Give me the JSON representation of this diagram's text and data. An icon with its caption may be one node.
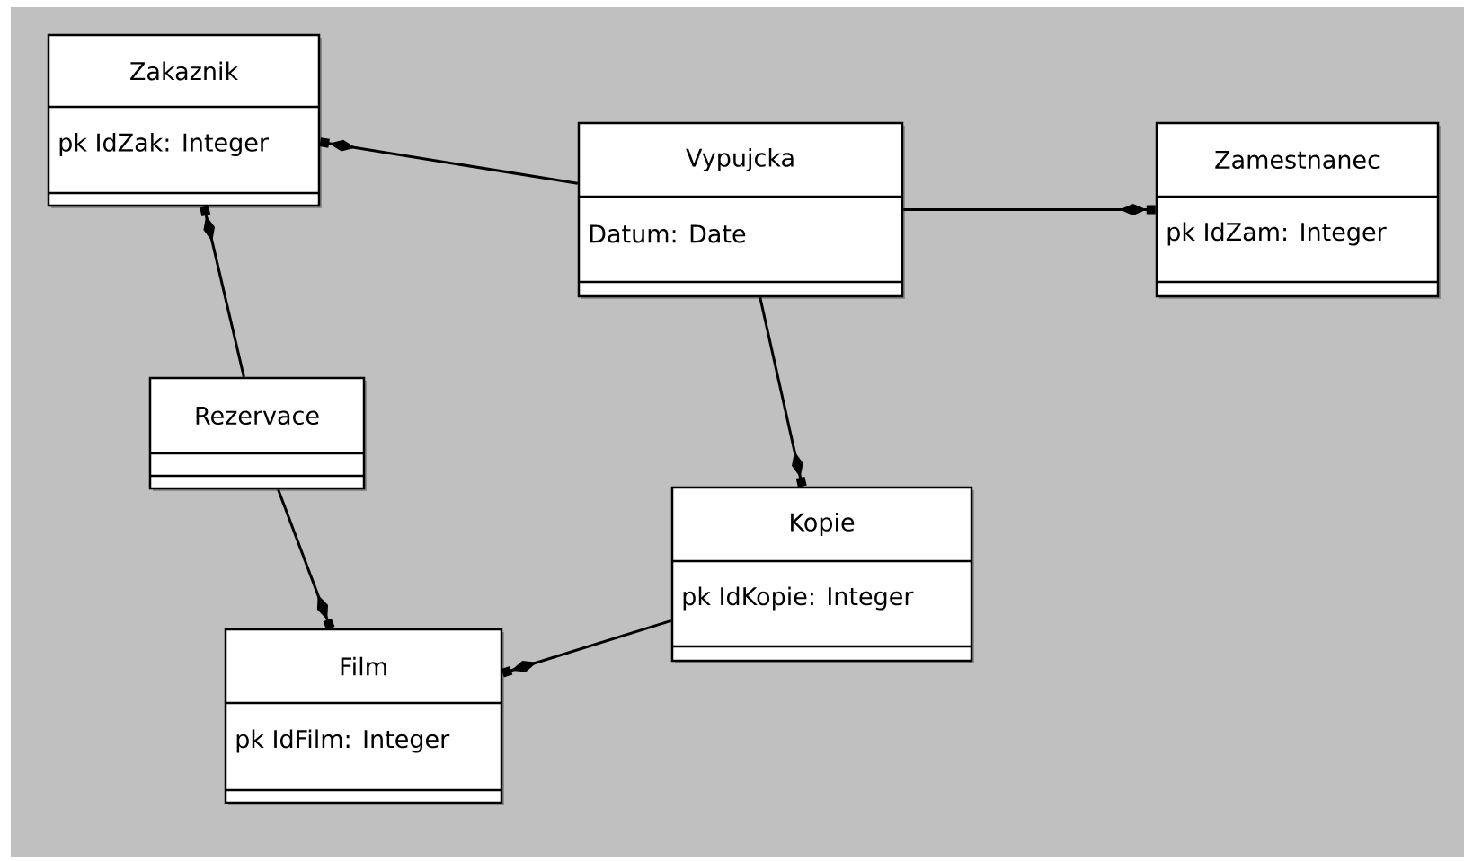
{
  "diagram": {
    "nodes": [
      {
        "text": [
          "Zakaznik",
          "pk IdZak: Integer"
        ]
      },
      {
        "text": [
          "Vypujcka",
          "Datum: Date"
        ]
      },
      {
        "text": [
          "Zamestnanec",
          "pk IdZam: Integer"
        ]
      },
      {
        "text": [
          "Rezervace"
        ]
      },
      {
        "text": [
          "Kopie",
          "pk IdKopie: Integer"
        ]
      },
      {
        "text": [
          "Film",
          "pk IdFilm: Integer"
        ]
      }
    ],
    "edges": [
      {
        "from": 1,
        "to": 0,
        "arrow": "other"
      },
      {
        "from": 3,
        "to": 0,
        "arrow": "other"
      },
      {
        "from": 1,
        "to": 2,
        "arrow": "other"
      },
      {
        "from": 1,
        "to": 4,
        "arrow": "other"
      },
      {
        "from": 3,
        "to": 5,
        "arrow": "other"
      },
      {
        "from": 4,
        "to": 5,
        "arrow": "other"
      }
    ]
  }
}
